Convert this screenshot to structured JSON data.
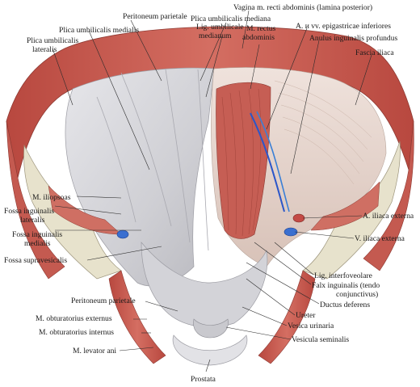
{
  "labels": {
    "peritoneum_parietale_top": "Peritoneum parietale",
    "plica_umbilicalis_medialis": "Plica umbilicalis medialis",
    "plica_umbilicalis_lateralis_1": "Plica umbilicalis",
    "plica_umbilicalis_lateralis_2": "lateralis",
    "vagina_recti": "Vagina m. recti abdominis (lamina posterior)",
    "plica_umbilicalis_mediana": "Plica umbilicalis mediana",
    "lig_umbilicale_medianum_1": "Lig. umbilicale",
    "lig_umbilicale_medianum_2": "medianum",
    "m_rectus_abdominis_1": "M. rectus",
    "m_rectus_abdominis_2": "abdominis",
    "a_vv_epigastricae": "A. и vv. epigastricae inferiores",
    "anulus_inguinalis": "Anulus inguinalis profundus",
    "fascia_iliaca": "Fascia iliaca",
    "m_iliopsoas": "M. iliopsoas",
    "fossa_inguinalis_lateralis_1": "Fossa inguinalis",
    "fossa_inguinalis_lateralis_2": "lateralis",
    "fossa_inguinalis_medialis_1": "Fossa inguinalis",
    "fossa_inguinalis_medialis_2": "medialis",
    "fossa_supravesicalis": "Fossa supravesicalis",
    "a_iliaca_externa": "A. iliaca externa",
    "v_iliaca_externa": "V. iliaca externa",
    "lig_interfoveolare": "Lig. interfoveolare",
    "falx_inguinalis_1": "Falx inguinalis (tendo",
    "falx_inguinalis_2": "conjunctivus)",
    "ductus_deferens": "Ductus deferens",
    "ureter": "Ureter",
    "peritoneum_parietale_low": "Peritoneum parietale",
    "m_obturatorius_externus": "M. obturatorius externus",
    "m_obturatorius_internus": "M. obturatorius internus",
    "vesica_urinaria": "Vesica urinaria",
    "vesicula_seminalis": "Vesicula seminalis",
    "m_levator_ani": "M. levator ani",
    "prostata": "Prostata"
  },
  "colors": {
    "muscle": "#c2574f",
    "muscle_dark": "#a3403a",
    "peritoneum": "#dcdcdf",
    "peritoneum_shade": "#c4c4c9",
    "fascia": "#e9d9d2",
    "bone": "#e6e2cf",
    "artery": "#2b56c9",
    "vein": "#3a7fd6"
  }
}
